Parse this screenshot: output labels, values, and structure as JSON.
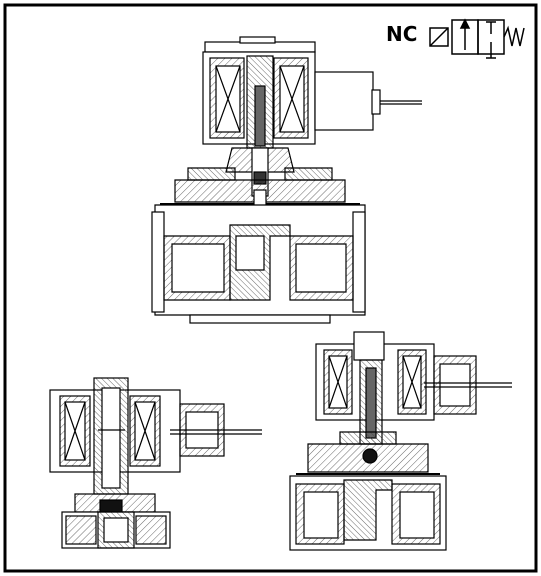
{
  "symbol": {
    "label": "NC"
  },
  "views": [
    "main-section-view",
    "small-valve-section-view",
    "mid-valve-section-view"
  ],
  "colors": {
    "line": "#000000",
    "background": "#ffffff",
    "hatch": "#555555"
  }
}
